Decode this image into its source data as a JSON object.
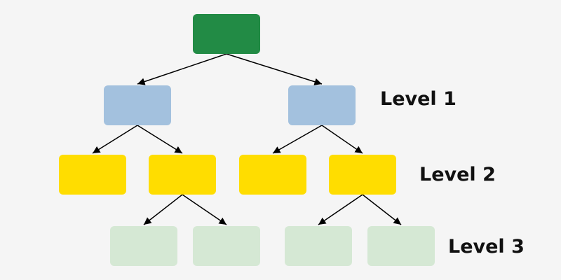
{
  "diagram": {
    "colors": {
      "background": "#f5f5f5",
      "root": "#228b45",
      "level1": "#a3c1de",
      "level2": "#ffdd00",
      "level3": "#d5e8d4",
      "edge": "#000000"
    },
    "labels": {
      "level1": "Level 1",
      "level2": "Level 2",
      "level3": "Level 3"
    },
    "nodes": [
      {
        "id": "root",
        "level": 0
      },
      {
        "id": "l1-a",
        "level": 1,
        "parent": "root"
      },
      {
        "id": "l1-b",
        "level": 1,
        "parent": "root"
      },
      {
        "id": "l2-a",
        "level": 2,
        "parent": "l1-a"
      },
      {
        "id": "l2-b",
        "level": 2,
        "parent": "l1-a"
      },
      {
        "id": "l2-c",
        "level": 2,
        "parent": "l1-b"
      },
      {
        "id": "l2-d",
        "level": 2,
        "parent": "l1-b"
      },
      {
        "id": "l3-a",
        "level": 3,
        "parent": "l2-b"
      },
      {
        "id": "l3-b",
        "level": 3,
        "parent": "l2-b"
      },
      {
        "id": "l3-c",
        "level": 3,
        "parent": "l2-d"
      },
      {
        "id": "l3-d",
        "level": 3,
        "parent": "l2-d"
      }
    ]
  }
}
